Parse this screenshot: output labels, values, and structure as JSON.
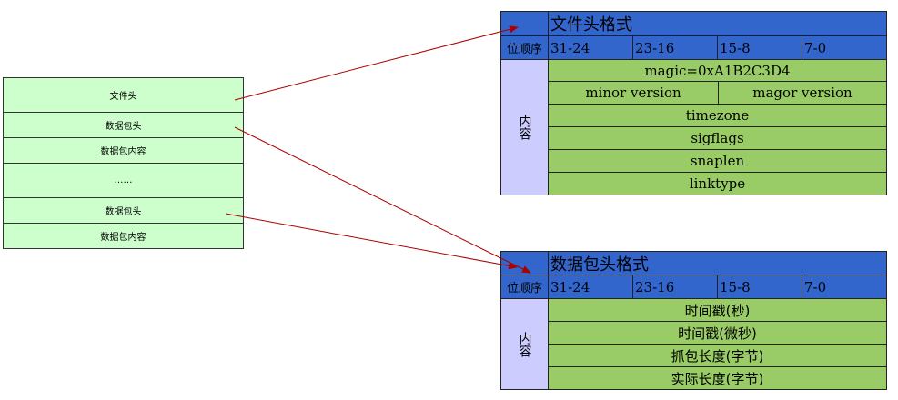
{
  "file_structure": {
    "rows": [
      "文件头",
      "数据包头",
      "数据包内容",
      "……",
      "数据包头",
      "数据包内容"
    ]
  },
  "file_header_table": {
    "title": "文件头格式",
    "order_label": "位顺序",
    "bit_ranges": [
      "31-24",
      "23-16",
      "15-8",
      "7-0"
    ],
    "content_label": "内容",
    "fields": {
      "magic": "magic=0xA1B2C3D4",
      "minor_version": "minor version",
      "major_version": "magor version",
      "timezone": "timezone",
      "sigflags": "sigflags",
      "snaplen": "snaplen",
      "linktype": "linktype"
    }
  },
  "packet_header_table": {
    "title": "数据包头格式",
    "order_label": "位顺序",
    "bit_ranges": [
      "31-24",
      "23-16",
      "15-8",
      "7-0"
    ],
    "content_label": "内容",
    "fields": [
      "时间戳(秒)",
      "时间戳(微秒)",
      "抓包长度(字节)",
      "实际长度(字节)"
    ]
  },
  "colors": {
    "header_blue": "#3366cc",
    "label_lavender": "#ccccff",
    "field_green": "#99cc66",
    "row_mint": "#ccffcc",
    "arrow_red": "#aa0000"
  }
}
